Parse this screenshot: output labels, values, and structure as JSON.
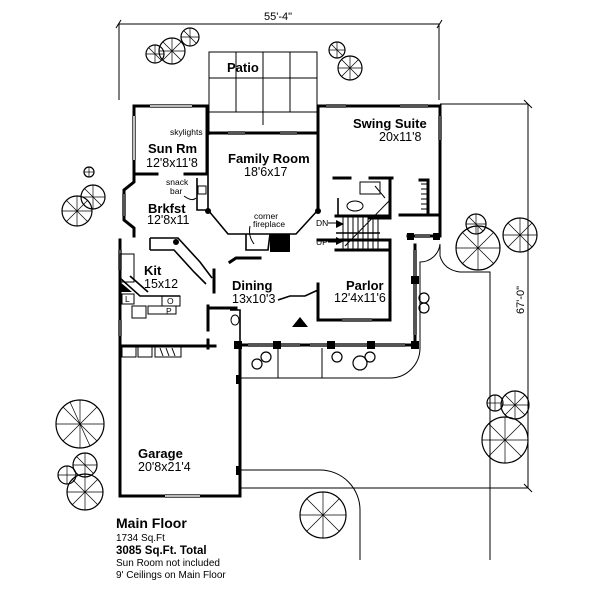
{
  "plan": {
    "width_dimension": "55'-4\"",
    "depth_dimension": "67'-0\"",
    "rooms": {
      "patio": {
        "name": "Patio"
      },
      "sun_room": {
        "name": "Sun Rm",
        "size": "12'8x11'8",
        "note": "skylights"
      },
      "family_room": {
        "name": "Family Room",
        "size": "18'6x17",
        "note": "corner fireplace"
      },
      "swing_suite": {
        "name": "Swing Suite",
        "size": "20x11'8"
      },
      "breakfast": {
        "name": "Brkfst",
        "size": "12'8x11",
        "note": "snack bar"
      },
      "kitchen": {
        "name": "Kit",
        "size": "15x12"
      },
      "dining": {
        "name": "Dining",
        "size": "13x10'3"
      },
      "parlor": {
        "name": "Parlor",
        "size": "12'4x11'6"
      },
      "garage": {
        "name": "Garage",
        "size": "20'8x21'4"
      }
    },
    "notes": {
      "snack_bar_line1": "snack",
      "snack_bar_line2": "bar",
      "fireplace_line1": "corner",
      "fireplace_line2": "fireplace",
      "stairs_down": "DN",
      "stairs_up": "UP",
      "laundry": "L",
      "oven": "O",
      "pantry": "P"
    }
  },
  "caption": {
    "title": "Main Floor",
    "area": "1734 Sq.Ft",
    "total": "3085 Sq.Ft. Total",
    "note1": "Sun Room not included",
    "note2": "9' Ceilings on Main Floor"
  }
}
